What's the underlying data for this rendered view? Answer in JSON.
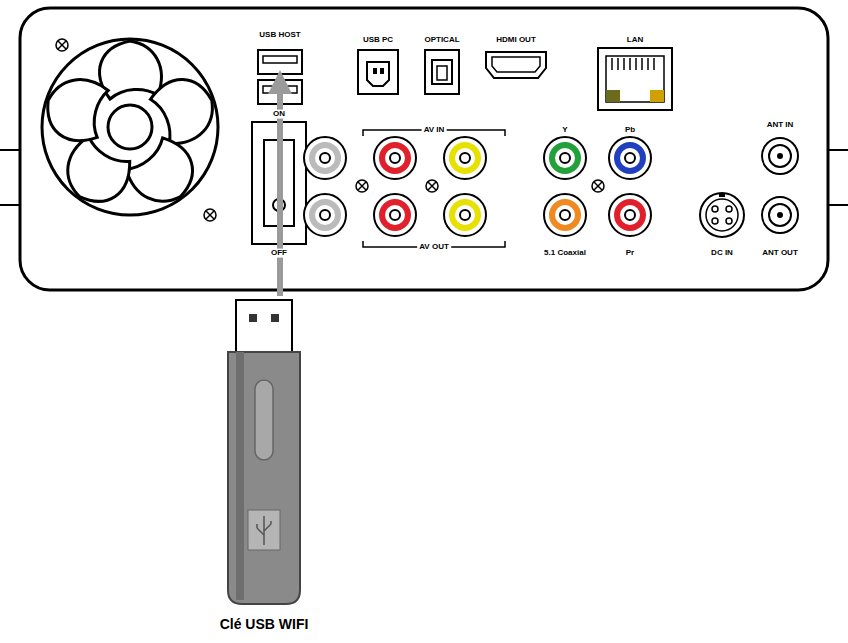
{
  "diagram": {
    "nodes": [
      {
        "text": [
          "USB HOST"
        ]
      },
      {
        "text": [
          "Clé USB WIFI"
        ]
      }
    ],
    "edges": [
      {
        "from": 1,
        "to": 0,
        "arrow": "to"
      }
    ],
    "labels": [
      "USB PC",
      "OPTICAL",
      "HDMI OUT",
      "LAN",
      "ON",
      "OFF",
      "AV IN",
      "Y",
      "Pb",
      "Pr",
      "5.1 Coaxial",
      "AV OUT",
      "DC IN",
      "ANT IN",
      "ANT OUT"
    ]
  }
}
